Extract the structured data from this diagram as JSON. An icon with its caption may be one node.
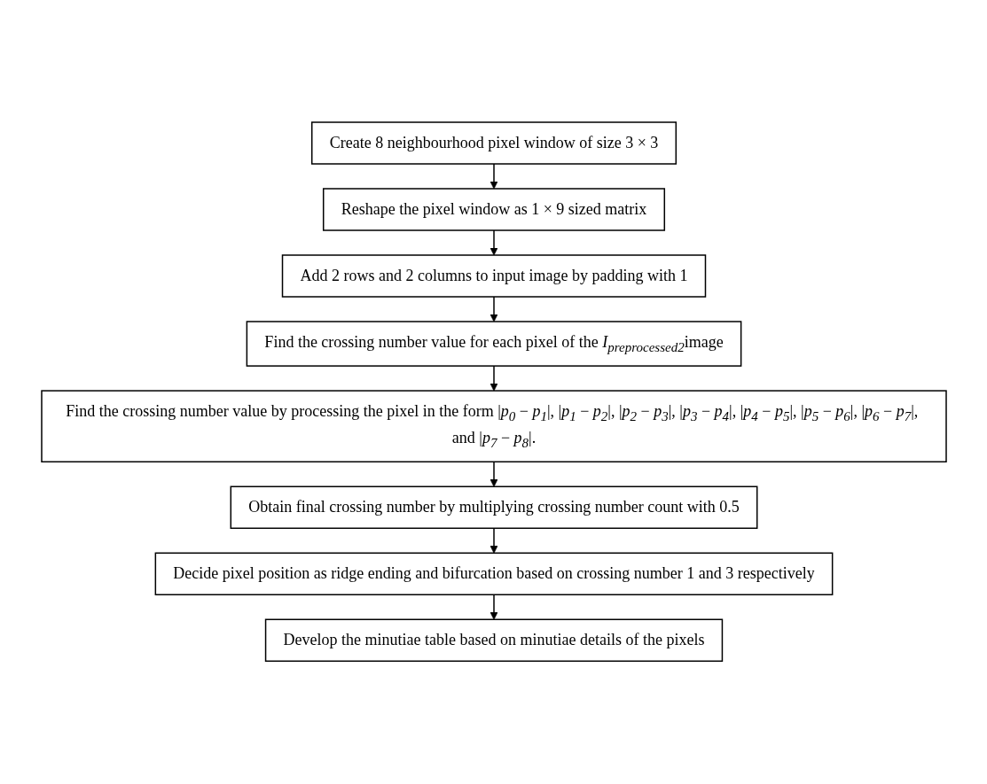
{
  "diagram": {
    "nodes": [
      {
        "text": [
          "Create 8 neighbourhood pixel window of size 3 × 3"
        ]
      },
      {
        "text": [
          "Reshape the pixel window as 1 × 9 sized matrix"
        ]
      },
      {
        "text": [
          "Add 2 rows and 2 columns to input image by padding with 1"
        ]
      },
      {
        "text": [
          "Find the crossing number value for each pixel of the *I*$_{preprocessed2}$image"
        ]
      },
      {
        "text": [
          "Find the crossing number value by processing the pixel in the form |*p*$_{0}$ − *p*$_{1}$|, |*p*$_{1}$ − *p*$_{2}$|, |*p*$_{2}$ − *p*$_{3}$|, |*p*$_{3}$ − *p*$_{4}$|, |*p*$_{4}$ − *p*$_{5}$|, |*p*$_{5}$ − *p*$_{6}$|, |*p*$_{6}$ − *p*$_{7}$|, and |*p*$_{7}$ − *p*$_{8}$|."
        ]
      },
      {
        "text": [
          "Obtain final crossing number by multiplying crossing number count with 0.5"
        ]
      },
      {
        "text": [
          "Decide pixel position as ridge ending and bifurcation based on crossing number 1 and 3 respectively"
        ]
      },
      {
        "text": [
          "Develop the minutiae table based on minutiae details of the pixels"
        ]
      }
    ],
    "edges": [
      {
        "from": 0,
        "to": 1,
        "arrow": "to"
      },
      {
        "from": 1,
        "to": 2,
        "arrow": "to"
      },
      {
        "from": 2,
        "to": 3,
        "arrow": "to"
      },
      {
        "from": 3,
        "to": 4,
        "arrow": "to"
      },
      {
        "from": 4,
        "to": 5,
        "arrow": "to"
      },
      {
        "from": 5,
        "to": 6,
        "arrow": "to"
      },
      {
        "from": 6,
        "to": 7,
        "arrow": "to"
      }
    ]
  }
}
